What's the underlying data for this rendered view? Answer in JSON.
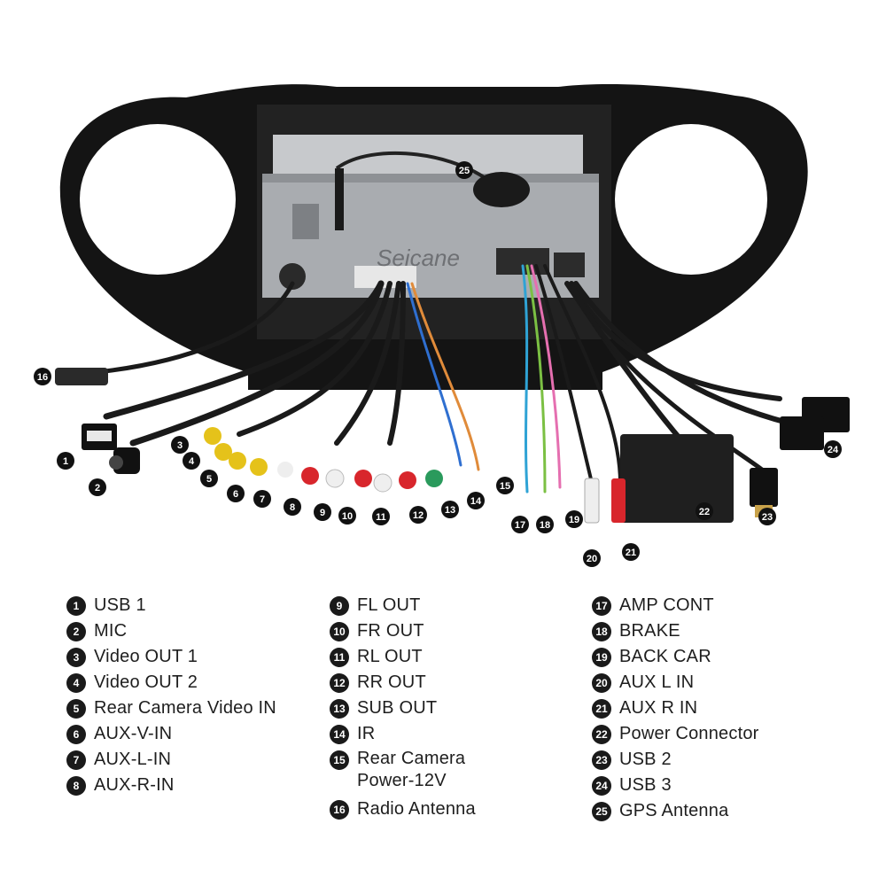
{
  "watermark": "Seicane",
  "callouts": [
    {
      "n": "1"
    },
    {
      "n": "2"
    },
    {
      "n": "3"
    },
    {
      "n": "4"
    },
    {
      "n": "5"
    },
    {
      "n": "6"
    },
    {
      "n": "7"
    },
    {
      "n": "8"
    },
    {
      "n": "9"
    },
    {
      "n": "10"
    },
    {
      "n": "11"
    },
    {
      "n": "12"
    },
    {
      "n": "13"
    },
    {
      "n": "14"
    },
    {
      "n": "15"
    },
    {
      "n": "16"
    },
    {
      "n": "17"
    },
    {
      "n": "18"
    },
    {
      "n": "19"
    },
    {
      "n": "20"
    },
    {
      "n": "21"
    },
    {
      "n": "22"
    },
    {
      "n": "23"
    },
    {
      "n": "24"
    },
    {
      "n": "25"
    }
  ],
  "legend": {
    "col1": [
      {
        "n": "1",
        "label": "USB 1"
      },
      {
        "n": "2",
        "label": "MIC"
      },
      {
        "n": "3",
        "label": "Video OUT 1"
      },
      {
        "n": "4",
        "label": "Video OUT 2"
      },
      {
        "n": "5",
        "label": "Rear Camera Video IN"
      },
      {
        "n": "6",
        "label": "AUX-V-IN"
      },
      {
        "n": "7",
        "label": "AUX-L-IN"
      },
      {
        "n": "8",
        "label": "AUX-R-IN"
      }
    ],
    "col2": [
      {
        "n": "9",
        "label": "FL OUT"
      },
      {
        "n": "10",
        "label": "FR OUT"
      },
      {
        "n": "11",
        "label": "RL OUT"
      },
      {
        "n": "12",
        "label": "RR OUT"
      },
      {
        "n": "13",
        "label": "SUB OUT"
      },
      {
        "n": "14",
        "label": "IR"
      },
      {
        "n": "15",
        "label": "Rear Camera\nPower-12V"
      },
      {
        "n": "16",
        "label": "Radio Antenna"
      }
    ],
    "col3": [
      {
        "n": "17",
        "label": "AMP CONT"
      },
      {
        "n": "18",
        "label": "BRAKE"
      },
      {
        "n": "19",
        "label": "BACK CAR"
      },
      {
        "n": "20",
        "label": "AUX L IN"
      },
      {
        "n": "21",
        "label": "AUX R IN"
      },
      {
        "n": "22",
        "label": "Power Connector"
      },
      {
        "n": "23",
        "label": "USB 2"
      },
      {
        "n": "24",
        "label": "USB 3"
      },
      {
        "n": "25",
        "label": "GPS Antenna"
      }
    ]
  }
}
